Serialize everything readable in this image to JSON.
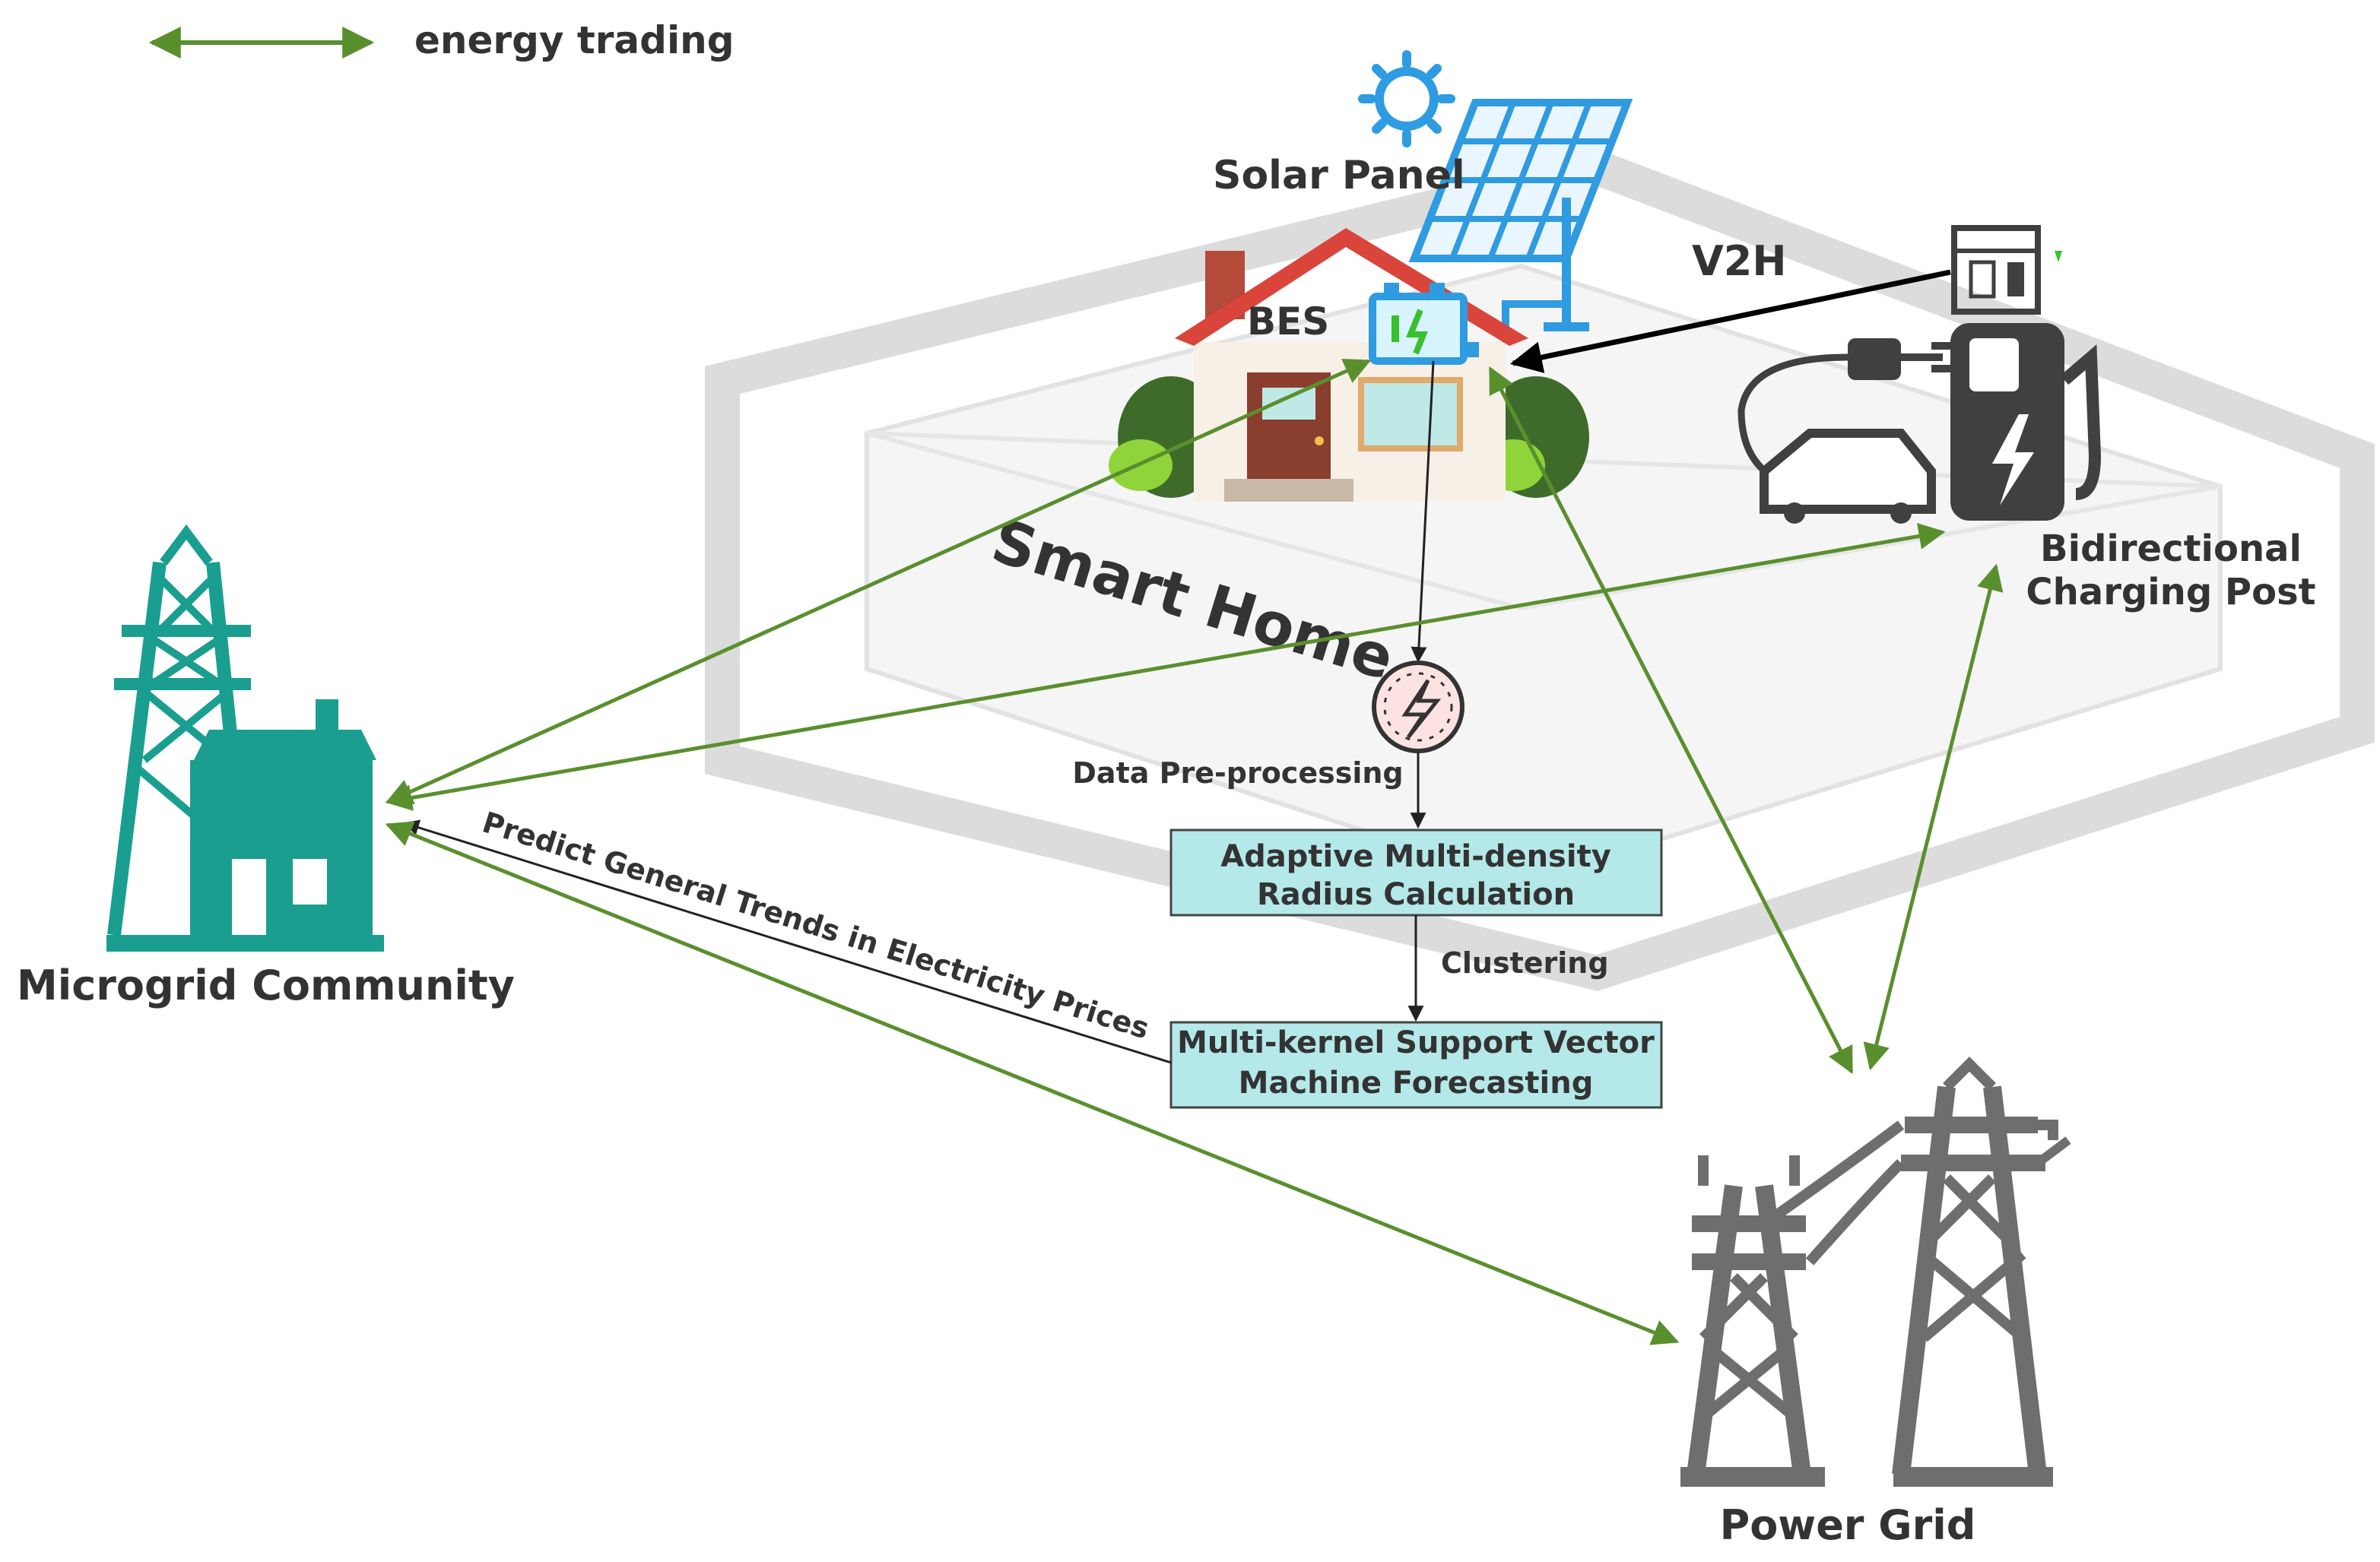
{
  "legend": {
    "label": "energy trading"
  },
  "labels": {
    "solar_panel": "Solar Panel",
    "bes": "BES",
    "v2h": "V2H",
    "charging_post_line1": "Bidirectional",
    "charging_post_line2": "Charging Post",
    "smart_home": "Smart Home",
    "microgrid": "Microgrid Community",
    "power_grid": "Power Grid",
    "data_preprocessing": "Data Pre-processing",
    "clustering": "Clustering",
    "predict": "Predict General Trends in Electricity Prices"
  },
  "boxes": {
    "radius_line1": "Adaptive Multi-density",
    "radius_line2": "Radius Calculation",
    "svm_line1": "Multi-kernel Support Vector",
    "svm_line2": "Machine Forecasting"
  },
  "colors": {
    "trade_arrow": "#5a8f2e",
    "microgrid": "#1a9e8f",
    "power_grid": "#6e6e6e",
    "charging_post": "#404040",
    "box_fill": "#b5e8e8",
    "solar_blue": "#2f9be0",
    "roof": "#d9443b",
    "backdrop": "#dcdcdc"
  }
}
